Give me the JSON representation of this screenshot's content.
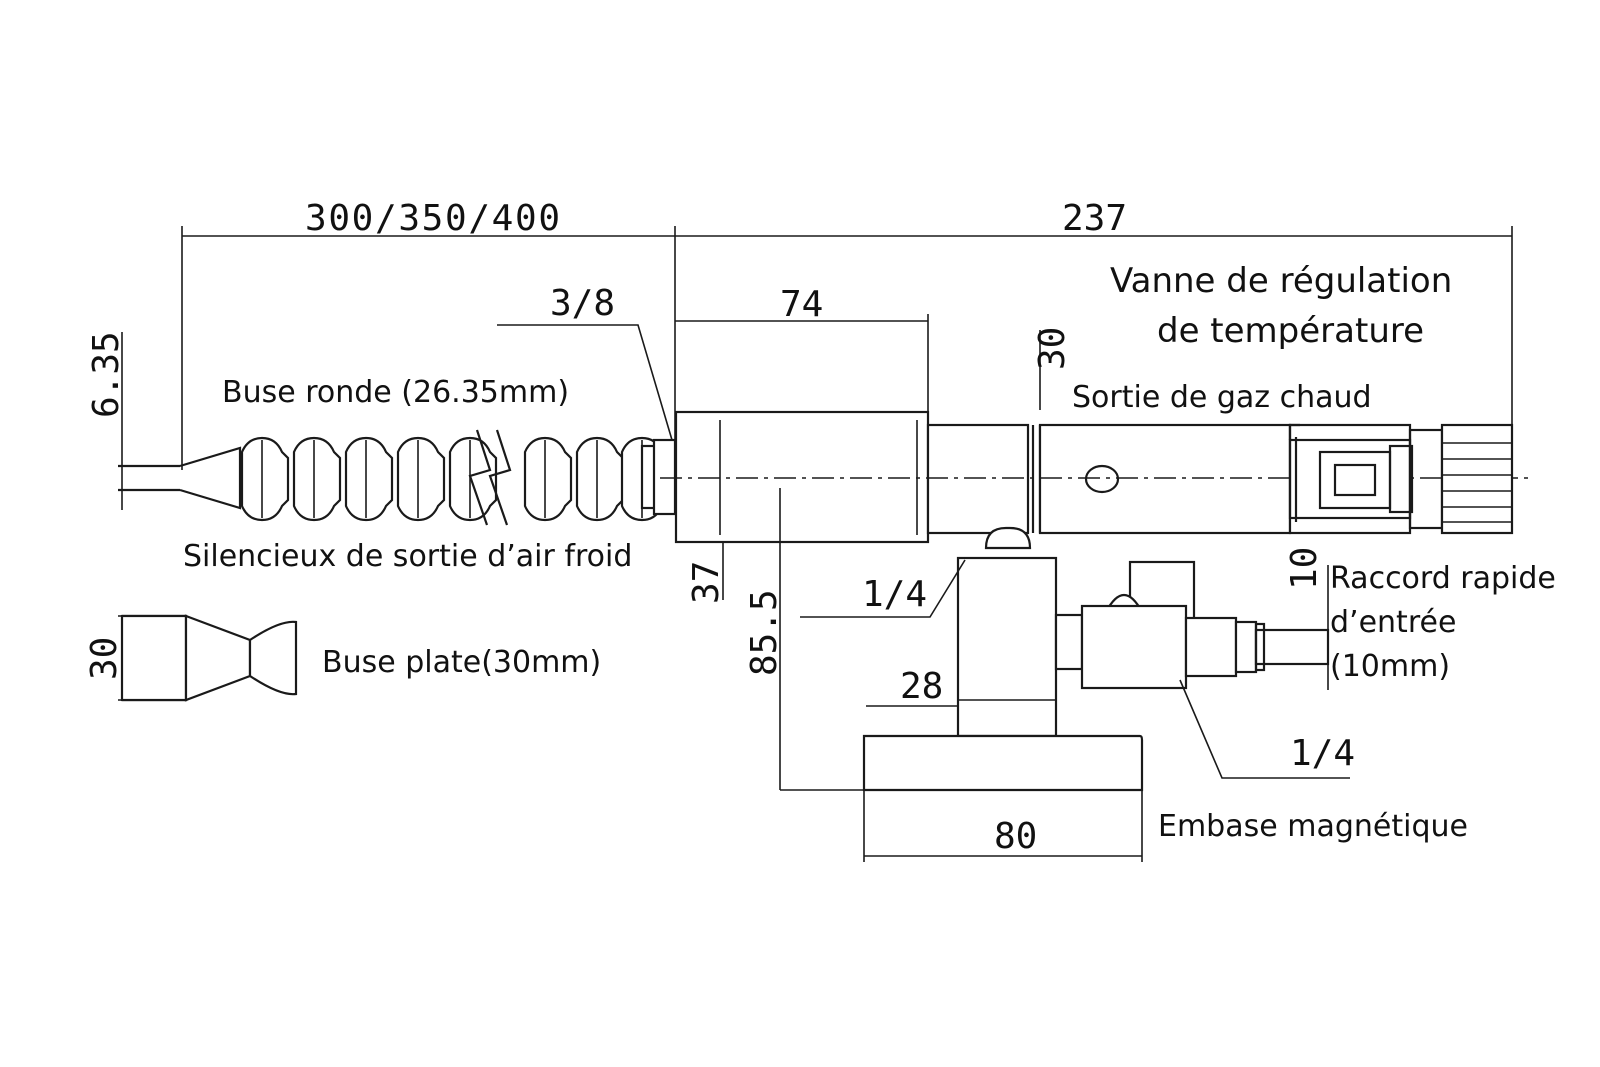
{
  "dimensions": {
    "hose_length": "300/350/400",
    "total_length": "237",
    "port_cold": "3/8",
    "body_length": "74",
    "valve_height": "30",
    "nozzle_dia": "6.35",
    "body_height": "37",
    "total_height": "85.5",
    "port_mid": "1/4",
    "stand_width": "28",
    "inlet_dia": "10",
    "port_inlet": "1/4",
    "base_width": "80",
    "flat_width": "30"
  },
  "labels": {
    "valve_line1": "Vanne de régulation",
    "valve_line2": "de température",
    "hot_outlet": "Sortie de gaz chaud",
    "round_nozzle": "Buse ronde (26.35mm)",
    "silencer": "Silencieux de sortie d’air froid",
    "flat_nozzle": "Buse plate(30mm)",
    "inlet_line1": "Raccord rapide",
    "inlet_line2": "d’entrée",
    "inlet_line3": "(10mm)",
    "base": "Embase magnétique"
  },
  "colors": {
    "ink": "#1a1a1a",
    "paper": "#ffffff"
  }
}
